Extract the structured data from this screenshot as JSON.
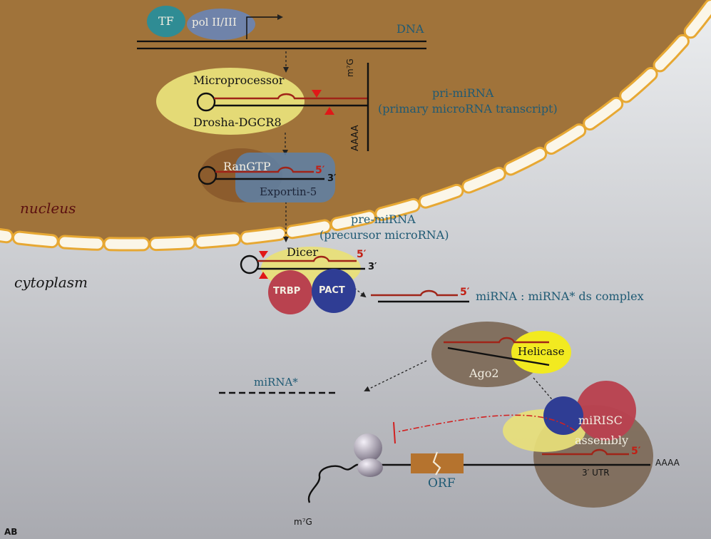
{
  "compartments": {
    "nucleus": "nucleus",
    "cytoplasm": "cytoplasm"
  },
  "transcription": {
    "tf": "TF",
    "pol": "pol II/III",
    "dna": "DNA"
  },
  "pri_mirna": {
    "microprocessor": "Microprocessor",
    "enzyme": "Drosha-DGCR8",
    "cap": "m⁷G",
    "polya": "AAAA",
    "label_line1": "pri-miRNA",
    "label_line2": "(primary microRNA transcript)"
  },
  "export": {
    "rangtp": "RanGTP",
    "exportin": "Exportin-5",
    "end5": "5′",
    "end3": "3′"
  },
  "pre_mirna": {
    "label_line1": "pre-miRNA",
    "label_line2": "(precursor microRNA)"
  },
  "dicing": {
    "dicer": "Dicer",
    "trbp": "TRBP",
    "pact": "PACT",
    "end5": "5′",
    "end3": "3′",
    "duplex_end5": "5′",
    "duplex_label": "miRNA : miRNA* ds complex"
  },
  "risc": {
    "helicase": "Helicase",
    "ago2": "Ago2",
    "passenger": "miRNA*",
    "mirisc": "miRISC",
    "assembly": "assembly",
    "end5": "5′",
    "utr": "3′ UTR",
    "polya": "AAAA"
  },
  "mrna": {
    "orf": "ORF",
    "cap": "m⁷G"
  },
  "credit": "AB",
  "colors": {
    "nucleus_fill": "#a0733a",
    "cytoplasm_top": "#e6e7e9",
    "cytoplasm_bottom": "#acadb2",
    "membrane": "#f7e2a6",
    "microprocessor": "#e8df79",
    "tf": "#2f8c94",
    "pol": "#6a84b4",
    "rangtp": "#8a5a2c",
    "exportin": "#5f80a4",
    "trbp": "#b9424f",
    "pact": "#2f3d94",
    "ago2": "#7e6c5a",
    "helicase": "#f2ea20",
    "mirna_red": "#a02418",
    "teal_text": "#1f5a74",
    "orf": "#b5732e"
  }
}
